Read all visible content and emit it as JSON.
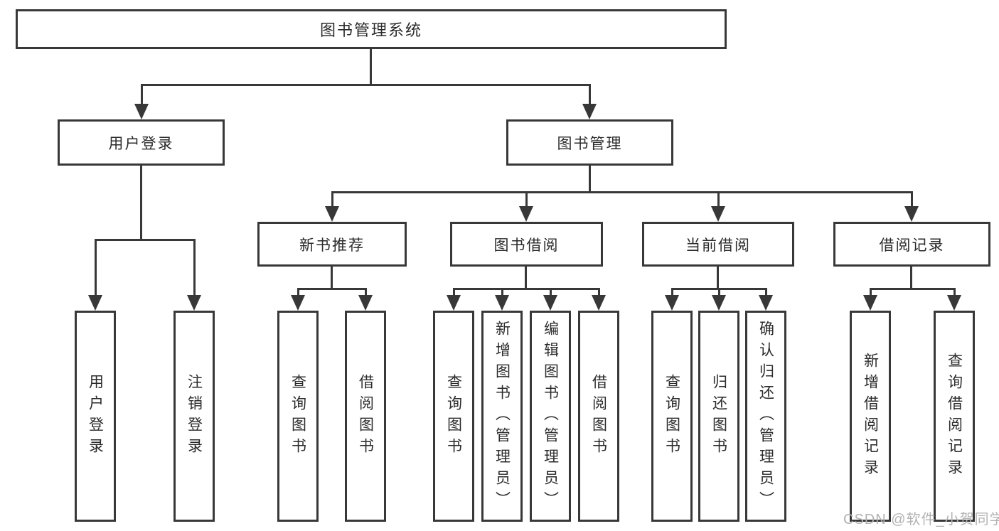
{
  "diagram": {
    "type": "tree-structure-diagram",
    "root": {
      "id": "library-management-system",
      "label": "图书管理系统"
    },
    "level2": [
      {
        "id": "user-login",
        "label": "用户登录",
        "parent": "图书管理系统"
      },
      {
        "id": "book-management",
        "label": "图书管理",
        "parent": "图书管理系统"
      }
    ],
    "level3": [
      {
        "id": "new-book-recommend",
        "label": "新书推荐",
        "parent": "图书管理"
      },
      {
        "id": "book-borrow",
        "label": "图书借阅",
        "parent": "图书管理"
      },
      {
        "id": "current-borrow",
        "label": "当前借阅",
        "parent": "图书管理"
      },
      {
        "id": "borrow-records",
        "label": "借阅记录",
        "parent": "图书管理"
      }
    ],
    "leaves": [
      {
        "id": "user-login-leaf",
        "label": "用户登录",
        "parent": "用户登录"
      },
      {
        "id": "logout-leaf",
        "label": "注销登录",
        "parent": "用户登录"
      },
      {
        "id": "query-books-recommend",
        "label": "查询图书",
        "parent": "新书推荐"
      },
      {
        "id": "borrow-books-recommend",
        "label": "借阅图书",
        "parent": "新书推荐"
      },
      {
        "id": "query-books-borrow",
        "label": "查询图书",
        "parent": "图书借阅"
      },
      {
        "id": "add-books-admin",
        "label": "新增图书（管理员）",
        "parent": "图书借阅"
      },
      {
        "id": "edit-books-admin",
        "label": "编辑图书（管理员）",
        "parent": "图书借阅"
      },
      {
        "id": "borrow-books-borrow",
        "label": "借阅图书",
        "parent": "图书借阅"
      },
      {
        "id": "query-books-current",
        "label": "查询图书",
        "parent": "当前借阅"
      },
      {
        "id": "return-books",
        "label": "归还图书",
        "parent": "当前借阅"
      },
      {
        "id": "confirm-return-admin",
        "label": "确认归还（管理员）",
        "parent": "当前借阅"
      },
      {
        "id": "add-borrow-record",
        "label": "新增借阅记录",
        "parent": "借阅记录"
      },
      {
        "id": "query-borrow-record",
        "label": "查询借阅记录",
        "parent": "借阅记录"
      }
    ],
    "watermark": "CSDN @软件_小贺同学",
    "colors": {
      "line": "#383838",
      "text": "#2b2b2b",
      "background": "#ffffff",
      "watermark": "#b3b3b3"
    }
  }
}
